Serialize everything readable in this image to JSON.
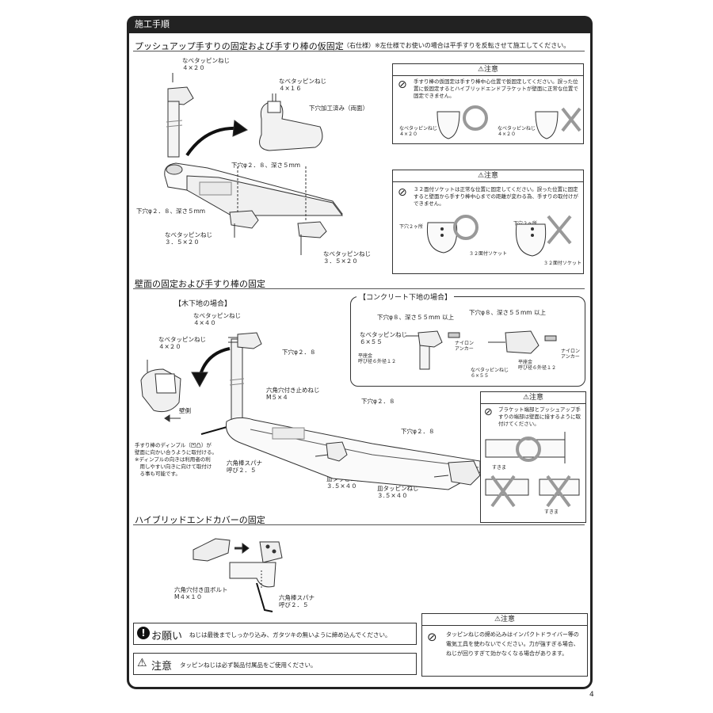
{
  "header": {
    "title": "施工手順"
  },
  "page_number": "4",
  "section1": {
    "title": "プッシュアップ手すりの固定および手すり棒の仮固定",
    "note": "（右仕様）※左仕様でお使いの場合は平手すりを反転させて施工してください。",
    "screw_top": "なべタッピンねじ\n４×２０",
    "screw_416": "なべタッピンねじ\n４×１６",
    "pilot_both": "下穴加工済み（両面）",
    "pilot_a": "下穴φ２．８、深さ５mm",
    "pilot_b": "下穴φ２．８、深さ５mm",
    "screw_35a": "なべタッピンねじ\n３．５×２０",
    "screw_35b": "なべタッピンねじ\n３．５×２０"
  },
  "caution1": {
    "title": "注意",
    "text": "手すり棒の仮固定は手すり棒中心位置で仮固定してください。誤った位置に仮固定するとハイブリッドエンドブラケットが壁面に正常な位置で固定できません。",
    "screw_a": "なべタッピンねじ\n４×２０",
    "screw_b": "なべタッピンねじ\n４×２０"
  },
  "caution2": {
    "title": "注意",
    "text": "３２面付ソケットは正常な位置に固定してください。誤った位置に固定すると壁面から手すり棒中心までの距離が変わる為、手すりの取付けができません。",
    "pilot_a": "下穴２ヶ所",
    "pilot_b": "下穴２ヶ所",
    "socket_a": "３２面付ソケット",
    "socket_b": "３２面付ソケット"
  },
  "section2": {
    "title": "壁面の固定および手すり棒の固定",
    "wood_title": "【木下地の場合】",
    "concrete_title": "【コンクリート下地の場合】",
    "screw_440": "なべタッピンねじ\n４×４０",
    "screw_420": "なべタッピンねじ\n４×２０",
    "pilot_28": "下穴φ２．８",
    "hex_screw": "六角穴付き止めねじ\nM５×４",
    "wall_side": "壁側",
    "dimple_note": "手すり棒のディンプル（凹凸）が\n壁面に向かい合うように取付ける。\n※ディンプルの向きは利用者の利\n　用しやすい向きに向けて取付け\n　る事も可能です。",
    "hex_wrench": "六角棒スパナ\n呼び２．５",
    "flat_screw_a": "皿タッピンねじ\n３.５×４０",
    "flat_screw_b": "皿タッピンねじ\n３.５×４０",
    "pilot_28b": "下穴φ２．８",
    "pilot_28c": "下穴φ２．８",
    "conc_pilot_a": "下穴φ８、深さ５５mm 以上",
    "conc_pilot_b": "下穴φ８、深さ５５mm 以上",
    "conc_screw_655": "なべタッピンねじ\n６×５５",
    "nylon_a": "ナイロン\nアンカー",
    "nylon_b": "ナイロン\nアンカー",
    "washer_a": "平座金\n呼び径６外径１２",
    "washer_b": "平座金\n呼び径６外径１２",
    "conc_screw_b": "なべタッピンねじ\n６×５５"
  },
  "caution3": {
    "title": "注意",
    "text": "ブラケット端部とプッシュアップ手すりの端部は壁面に接するように取付けてください。",
    "gap_a": "すきま",
    "gap_b": "すきま"
  },
  "section3": {
    "title": "ハイブリッドエンドカバーの固定",
    "bolt": "六角穴付き皿ボルト\nM４×１０",
    "wrench": "六角棒スパナ\n呼び２．５"
  },
  "request": {
    "icon": "!",
    "label": "お願い",
    "text": "ねじは最後までしっかり込み、ガタツキの無いように締め込んでください。"
  },
  "notice": {
    "label": "注意",
    "text": "タッピンねじは必ず製品付属品をご使用ください。"
  },
  "caution4": {
    "title": "注意",
    "text": "タッピンねじの締め込みはインパクトドライバー等の電気工具を使わないでください。力が強すぎる場合、ねじが回りすぎて効かなくなる場合があります。"
  }
}
